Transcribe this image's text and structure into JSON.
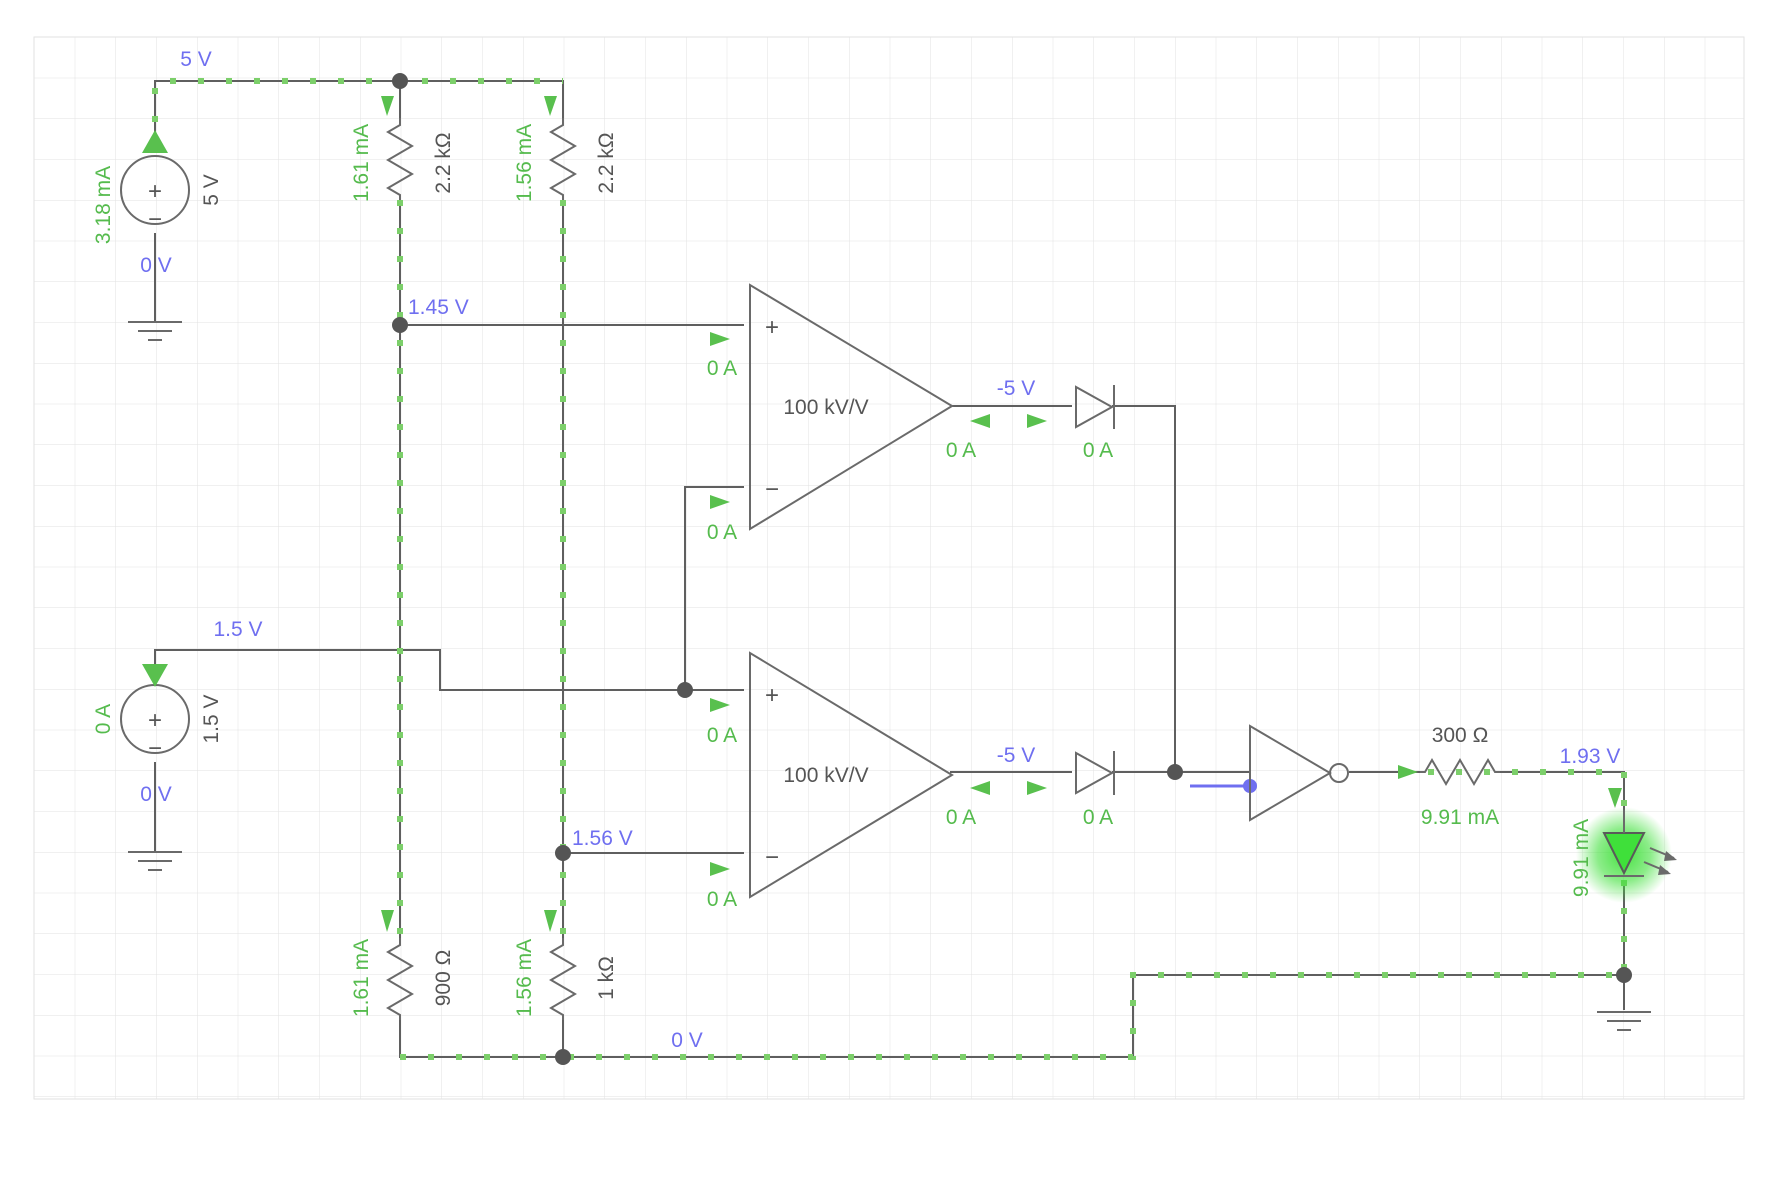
{
  "colors": {
    "grid": "#e2e2e2",
    "wire": "#5f5f5f",
    "voltage_label": "#6f6ff0",
    "current_label": "#55bb4d",
    "current_flow": "#7ccf6a",
    "led_glow": "#3fe03a"
  },
  "sources": {
    "v5": {
      "value": "5 V",
      "current": "3.18 mA",
      "top_voltage": "5 V",
      "bottom_voltage": "0 V"
    },
    "v1_5": {
      "value": "1.5 V",
      "current": "0 A",
      "top_voltage": "1.5 V",
      "bottom_voltage": "0 V"
    }
  },
  "resistors": {
    "r1": {
      "value": "2.2 kΩ",
      "current": "1.61 mA"
    },
    "r2": {
      "value": "2.2 kΩ",
      "current": "1.56 mA"
    },
    "r3": {
      "value": "900 Ω",
      "current": "1.61 mA"
    },
    "r4": {
      "value": "1 kΩ",
      "current": "1.56 mA"
    },
    "r5": {
      "value": "300 Ω",
      "current": "9.91 mA"
    }
  },
  "nodes": {
    "divider_a": "1.45 V",
    "divider_b": "1.56 V",
    "ground_bus": "0 V",
    "led_anode": "1.93 V"
  },
  "opamps": [
    {
      "gain": "100 kV/V",
      "plus_current": "0 A",
      "minus_current": "0 A",
      "output_voltage": "-5 V",
      "output_current": "0 A",
      "plus_symbol": "+",
      "minus_symbol": "−"
    },
    {
      "gain": "100 kV/V",
      "plus_current": "0 A",
      "minus_current": "0 A",
      "output_voltage": "-5 V",
      "output_current": "0 A",
      "plus_symbol": "+",
      "minus_symbol": "−"
    }
  ],
  "diodes": [
    {
      "current": "0 A"
    },
    {
      "current": "0 A"
    }
  ],
  "led": {
    "current": "9.91 mA"
  },
  "source_symbols": {
    "plus": "+",
    "minus": "−"
  }
}
